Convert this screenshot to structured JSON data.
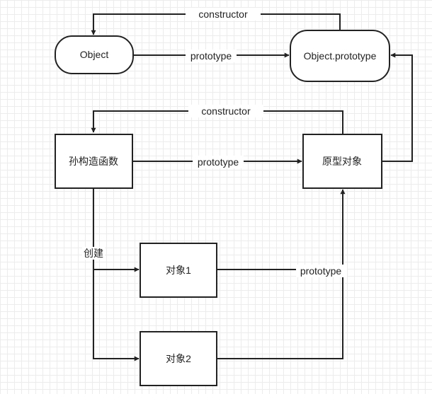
{
  "nodes": {
    "object": "Object",
    "object_prototype": "Object.prototype",
    "sub_constructor": "孙构造函数",
    "prototype_object": "原型对象",
    "instance1": "对象1",
    "instance2": "对象2"
  },
  "edges": {
    "constructor_top": "constructor",
    "prototype_top": "prototype",
    "constructor_mid": "constructor",
    "prototype_mid": "prototype",
    "create": "创建",
    "prototype_bottom": "prototype"
  }
}
